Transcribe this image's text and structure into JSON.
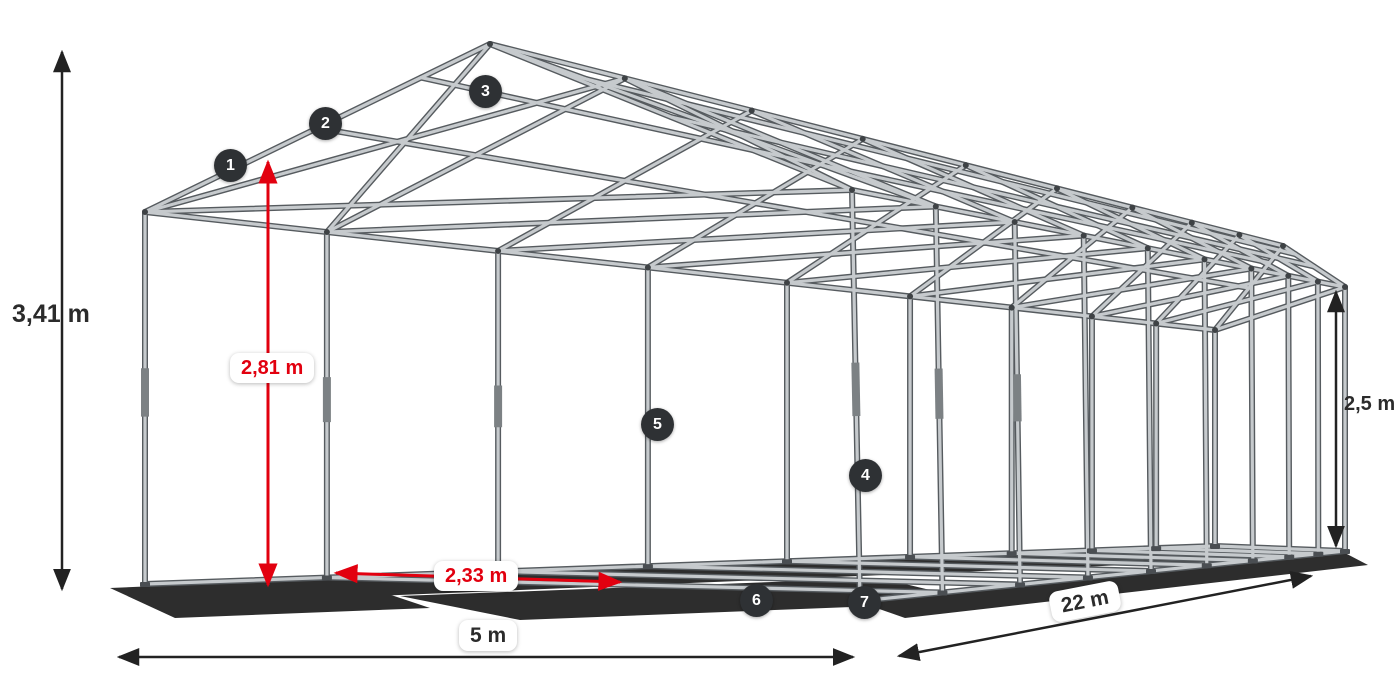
{
  "diagram": {
    "subject": "tent-frame-dimensions",
    "dimensions": {
      "total_height": "3,41 m",
      "inner_height": "2,81 m",
      "post_spacing": "2,33 m",
      "side_height": "2,5 m",
      "width": "5 m",
      "length": "22 m"
    },
    "badges": [
      "1",
      "2",
      "3",
      "4",
      "5",
      "6",
      "7"
    ],
    "colors": {
      "frame_tube": "#c6cacd",
      "frame_outline": "#565b5f",
      "dimension_black": "#222222",
      "dimension_red": "#e2000f",
      "badge_background": "#2e3134",
      "badge_text": "#ffffff",
      "shadow": "#000000",
      "label_background": "#ffffff"
    }
  }
}
